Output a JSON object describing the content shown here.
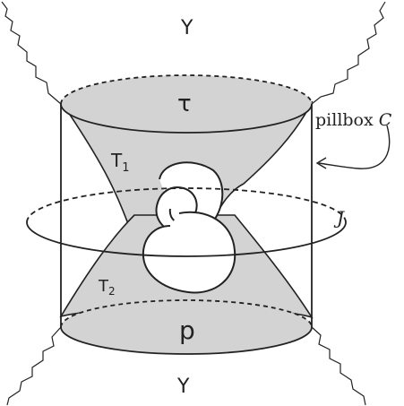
{
  "labels": {
    "top_disk": "τ",
    "bottom_disk": "p",
    "upper_sheet": "T",
    "upper_sheet_sub": "1",
    "lower_sheet": "T",
    "lower_sheet_sub": "2",
    "top_region": "Y",
    "bottom_region": "Y",
    "pillbox": "pillbox ",
    "pillbox_symbol": "C",
    "ring": "J"
  },
  "colors": {
    "fill": "#d3d3d3",
    "stroke": "#222222"
  }
}
